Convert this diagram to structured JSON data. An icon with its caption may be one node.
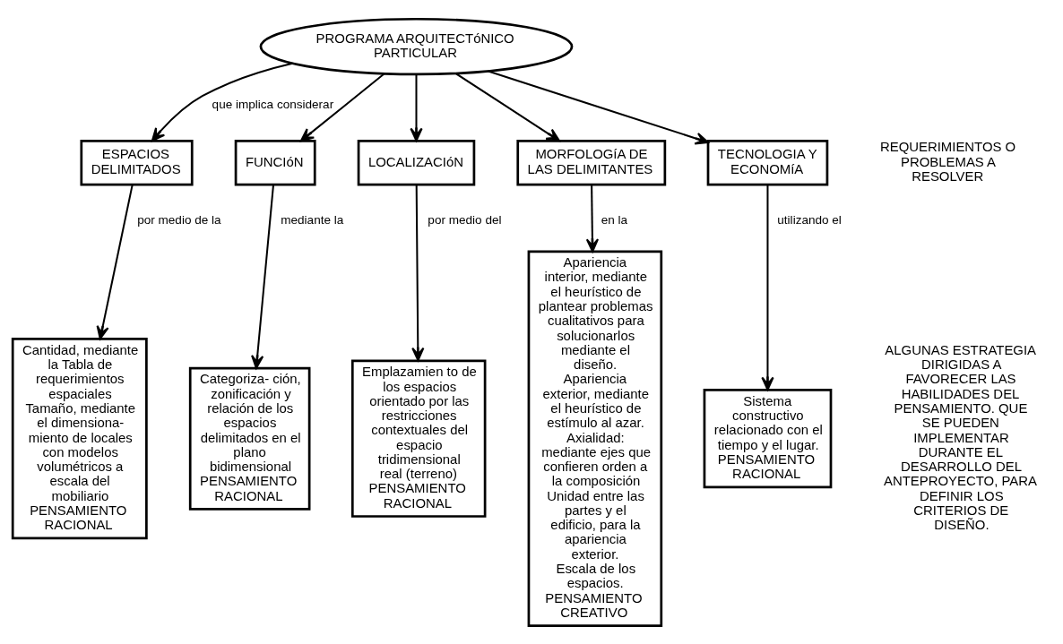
{
  "diagram": {
    "nodes": [
      {
        "text": [
          "PROGRAMA ARQUITECTóNICO PARTICULAR"
        ]
      },
      {
        "text": [
          "ESPACIOS DELIMITADOS"
        ]
      },
      {
        "text": [
          "FUNCIóN"
        ]
      },
      {
        "text": [
          "LOCALIZACIóN"
        ]
      },
      {
        "text": [
          "MORFOLOGíA DE LAS DELIMITANTES"
        ]
      },
      {
        "text": [
          "TECNOLOGIA Y ECONOMíA"
        ]
      },
      {
        "text": [
          "Cantidad, mediante la Tabla de requerimientos espaciales",
          "Tamaño, mediante el dimensiona- miento de locales con modelos volumétricos a escala del mobiliario",
          "PENSAMIENTO RACIONAL"
        ]
      },
      {
        "text": [
          "Categoriza- ción, zonificación y relación de los espacios delimitados en el plano bidimensional",
          "PENSAMIENTO RACIONAL"
        ]
      },
      {
        "text": [
          "Emplazamien to de los espacios orientado por las restricciones contextuales del espacio tridimensional real (terreno)",
          "PENSAMIENTO RACIONAL"
        ]
      },
      {
        "text": [
          "Apariencia interior, mediante el heurístico de plantear problemas cualitativos para solucionarlos mediante el diseño.",
          "Apariencia exterior, mediante el heurístico de estímulo al azar.",
          "Axialidad: mediante ejes que confieren orden a la composición",
          "Unidad entre las partes y el edificio, para la apariencia exterior.",
          "Escala de los espacios.",
          "PENSAMIENTO CREATIVO"
        ]
      },
      {
        "text": [
          "Sistema constructivo relacionado con el tiempo y el lugar.",
          "PENSAMIENTO RACIONAL"
        ]
      }
    ],
    "edges": [
      {
        "from": 0,
        "to": 1,
        "arrow": "to",
        "label": "que implica considerar"
      },
      {
        "from": 0,
        "to": 2,
        "arrow": "to"
      },
      {
        "from": 0,
        "to": 3,
        "arrow": "to"
      },
      {
        "from": 0,
        "to": 4,
        "arrow": "to"
      },
      {
        "from": 0,
        "to": 5,
        "arrow": "to"
      },
      {
        "from": 1,
        "to": 6,
        "arrow": "to",
        "label": "por medio de la"
      },
      {
        "from": 2,
        "to": 7,
        "arrow": "to",
        "label": "mediante la"
      },
      {
        "from": 3,
        "to": 8,
        "arrow": "to",
        "label": "por medio del"
      },
      {
        "from": 4,
        "to": 9,
        "arrow": "to",
        "label": "en la"
      },
      {
        "from": 5,
        "to": 10,
        "arrow": "to",
        "label": "utilizando el"
      }
    ],
    "labels": [
      "REQUERIMIENTOS O PROBLEMAS A RESOLVER",
      "ALGUNAS ESTRATEGIA DIRIGIDAS A FAVORECER LAS HABILIDADES DEL PENSAMIENTO. QUE SE PUEDEN IMPLEMENTAR DURANTE EL DESARROLLO DEL ANTEPROYECTO, PARA DEFINIR LOS CRITERIOS DE DISEÑO."
    ]
  }
}
